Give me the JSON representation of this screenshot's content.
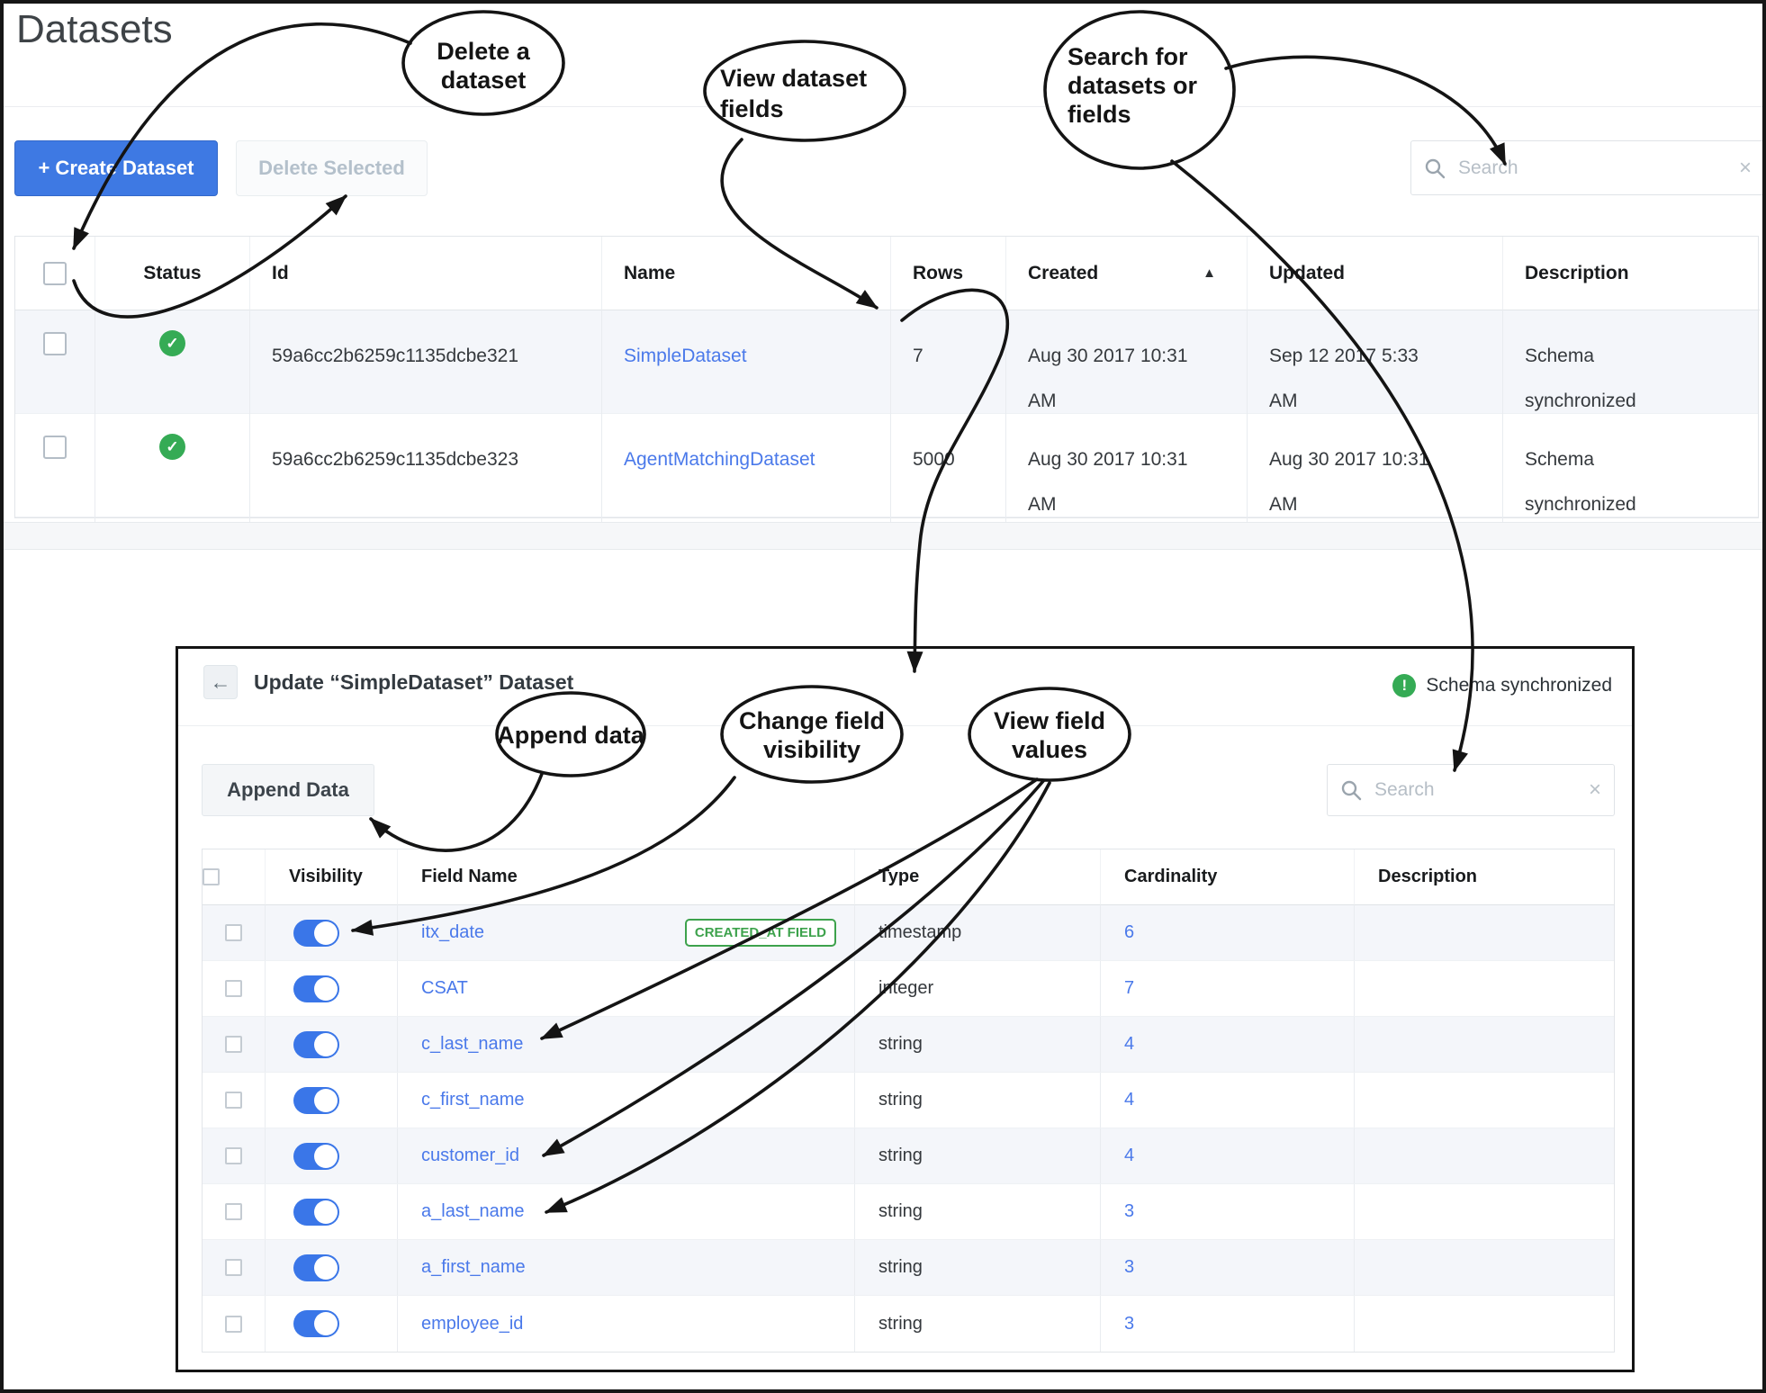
{
  "page": {
    "title": "Datasets"
  },
  "toolbar": {
    "create_button": "+ Create Dataset",
    "delete_button": "Delete Selected",
    "search_placeholder": "Search",
    "clear_icon": "×"
  },
  "dataset_table": {
    "headers": {
      "status": "Status",
      "id": "Id",
      "name": "Name",
      "rows": "Rows",
      "created": "Created",
      "updated": "Updated",
      "description": "Description"
    },
    "sort_indicator": "▲",
    "status_icon": "✓",
    "rows": [
      {
        "id": "59a6cc2b6259c1135dcbe321",
        "name": "SimpleDataset",
        "rows": "7",
        "created": [
          "Aug 30 2017 10:31",
          "AM"
        ],
        "updated": [
          "Sep 12 2017 5:33",
          "AM"
        ],
        "description": [
          "Schema",
          "synchronized"
        ]
      },
      {
        "id": "59a6cc2b6259c1135dcbe323",
        "name": "AgentMatchingDataset",
        "rows": "5000",
        "created": [
          "Aug 30 2017 10:31",
          "AM"
        ],
        "updated": [
          "Aug 30 2017 10:31",
          "AM"
        ],
        "description": [
          "Schema",
          "synchronized"
        ]
      }
    ]
  },
  "panel": {
    "back_icon": "←",
    "title": "Update “SimpleDataset” Dataset",
    "status_icon": "!",
    "status_text": "Schema synchronized",
    "append_button": "Append Data",
    "search_placeholder": "Search",
    "clear_icon": "×",
    "field_table": {
      "headers": {
        "visibility": "Visibility",
        "field_name": "Field Name",
        "type": "Type",
        "cardinality": "Cardinality",
        "description": "Description"
      },
      "created_at_badge": "CREATED_AT FIELD",
      "rows": [
        {
          "name": "itx_date",
          "type": "timestamp",
          "cardinality": "6",
          "badge": true
        },
        {
          "name": "CSAT",
          "type": "integer",
          "cardinality": "7",
          "badge": false
        },
        {
          "name": "c_last_name",
          "type": "string",
          "cardinality": "4",
          "badge": false
        },
        {
          "name": "c_first_name",
          "type": "string",
          "cardinality": "4",
          "badge": false
        },
        {
          "name": "customer_id",
          "type": "string",
          "cardinality": "4",
          "badge": false
        },
        {
          "name": "a_last_name",
          "type": "string",
          "cardinality": "3",
          "badge": false
        },
        {
          "name": "a_first_name",
          "type": "string",
          "cardinality": "3",
          "badge": false
        },
        {
          "name": "employee_id",
          "type": "string",
          "cardinality": "3",
          "badge": false
        }
      ]
    }
  },
  "annotations": {
    "delete_dataset": [
      "Delete a",
      "dataset"
    ],
    "view_dataset_fields": [
      "View dataset",
      "fields"
    ],
    "search_for": [
      "Search for",
      "datasets or",
      "fields"
    ],
    "append_data": [
      "Append data"
    ],
    "change_visibility": [
      "Change field",
      "visibility"
    ],
    "view_values": [
      "View field",
      "values"
    ]
  },
  "colors": {
    "primary_blue": "#3e79e3",
    "link_blue": "#4a79ea",
    "success_green": "#35ab55",
    "badge_green": "#3da24c",
    "annotation_black": "#141414"
  }
}
